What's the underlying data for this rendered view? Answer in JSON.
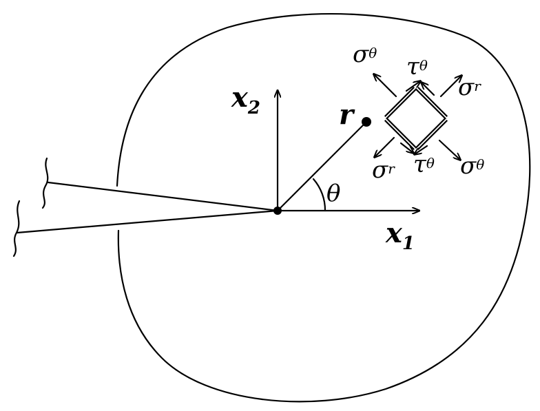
{
  "axes": {
    "x1": {
      "base": "x",
      "sub": "1"
    },
    "x2": {
      "base": "x",
      "sub": "2"
    }
  },
  "radius_label": "r",
  "angle_label": "θ",
  "stresses": {
    "sigma_theta_top": {
      "base": "σ",
      "sub": "θ"
    },
    "tau_theta_top": {
      "base": "τ",
      "sub": "θ"
    },
    "sigma_r_top": {
      "base": "σ",
      "sub": "r"
    },
    "sigma_r_bottom": {
      "base": "σ",
      "sub": "r"
    },
    "tau_theta_bottom": {
      "base": "τ",
      "sub": "θ"
    },
    "sigma_theta_bottom": {
      "base": "σ",
      "sub": "θ"
    }
  }
}
